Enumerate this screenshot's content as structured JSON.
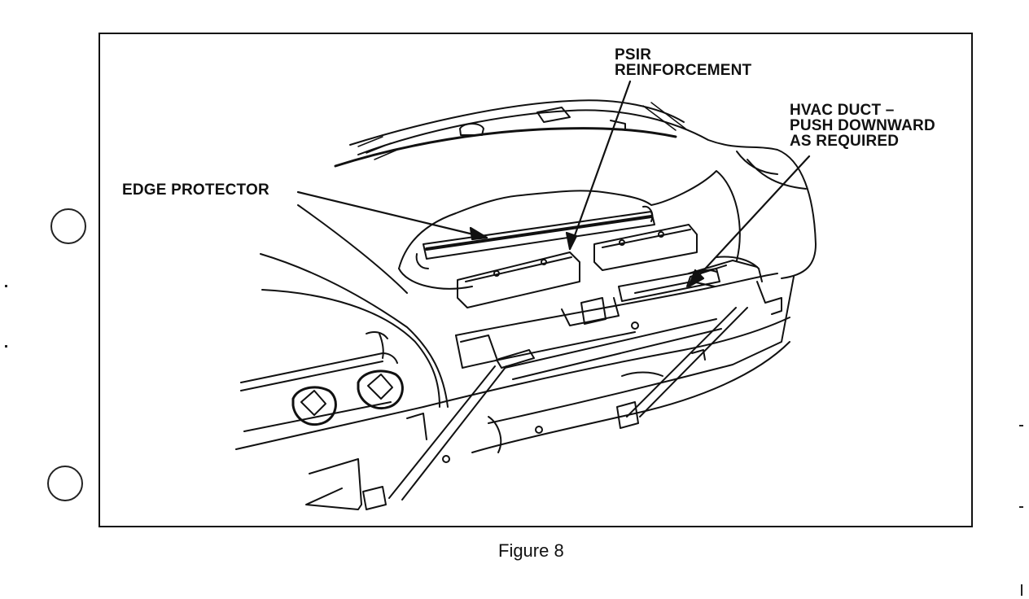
{
  "figure": {
    "caption": "Figure 8"
  },
  "callouts": {
    "psir_line1": "PSIR",
    "psir_line2": "REINFORCEMENT",
    "hvac_line1": "HVAC DUCT –",
    "hvac_line2": "PUSH DOWNWARD",
    "hvac_line3": "AS REQUIRED",
    "edge_protector": "EDGE PROTECTOR"
  }
}
